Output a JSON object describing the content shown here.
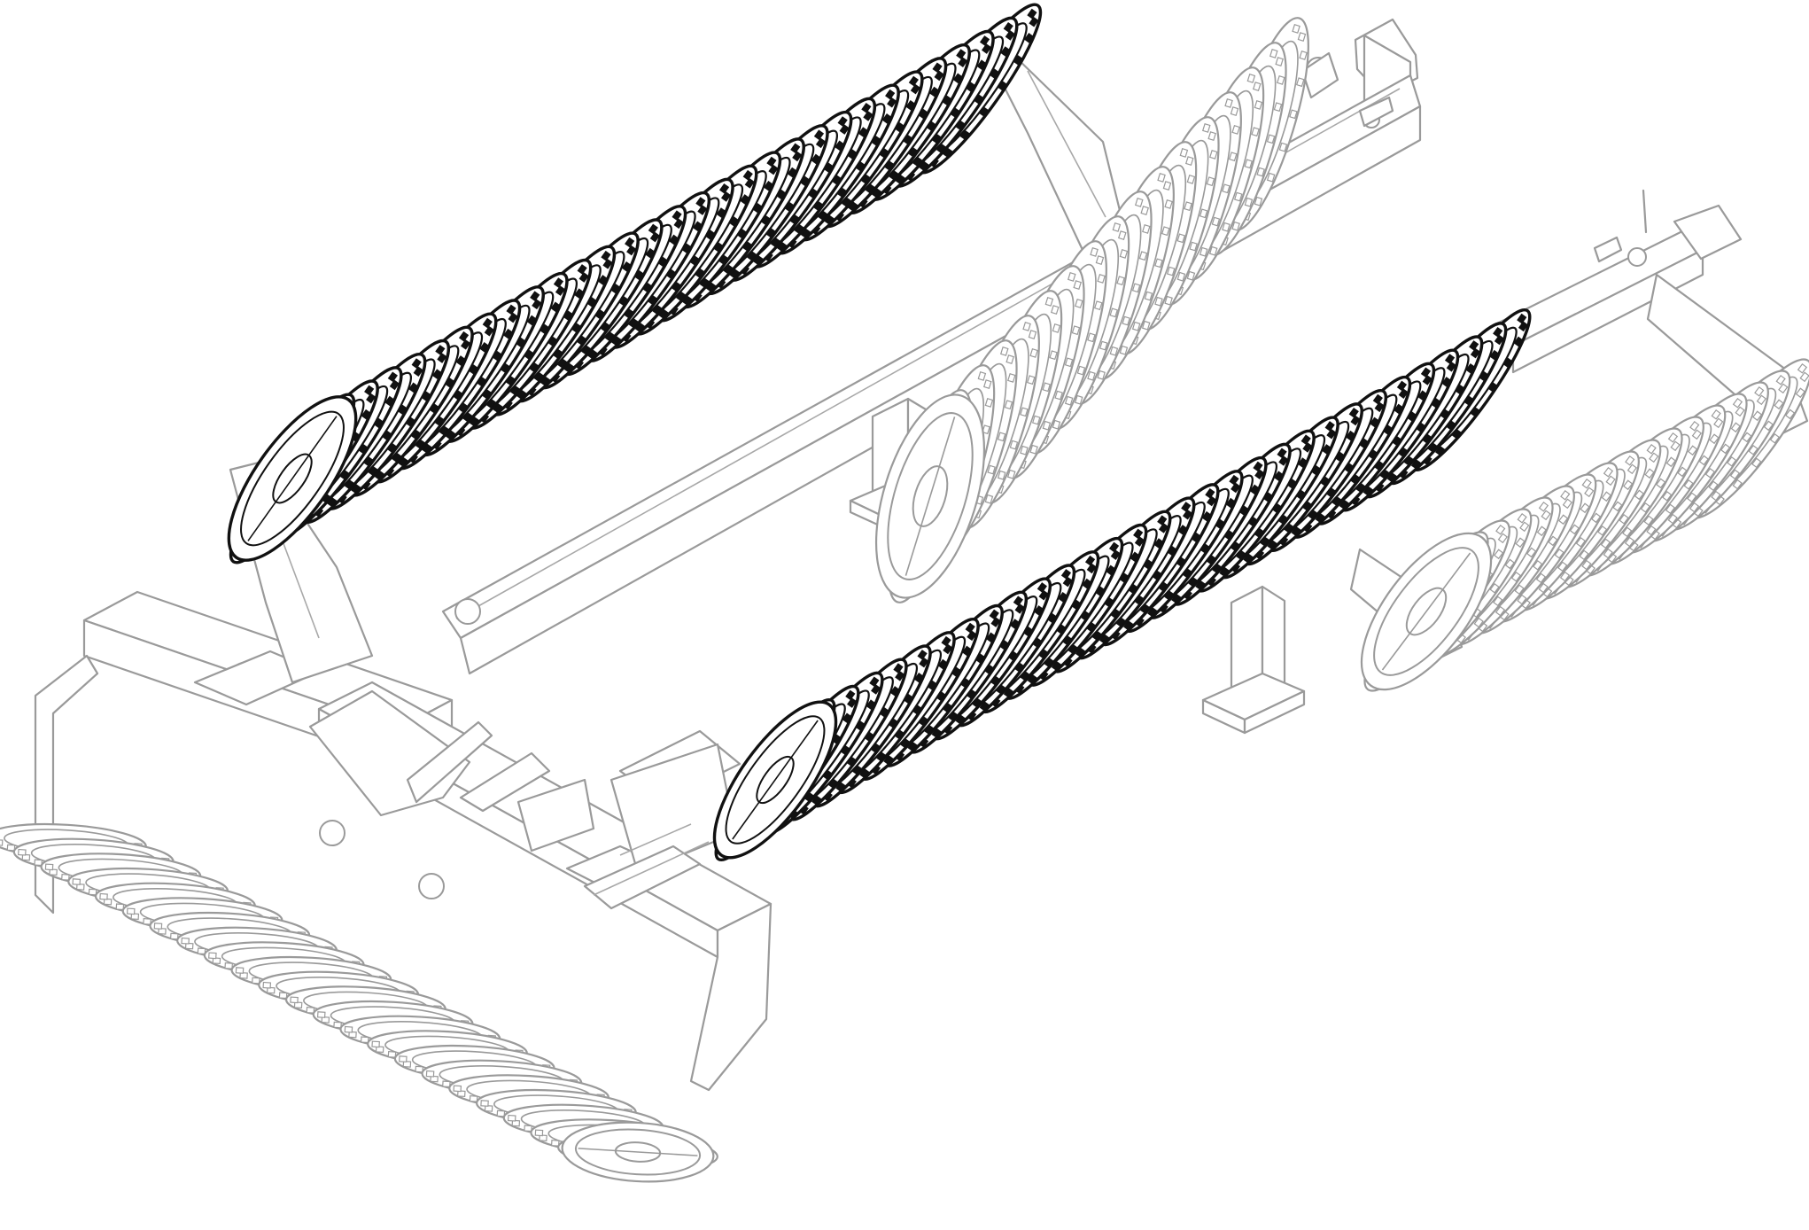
{
  "figure": {
    "subject": "cambridge-ring-roller-assembly",
    "colors": {
      "background": "#ffffff",
      "context_line": "#9a9a9a",
      "highlight_line": "#111111"
    },
    "rollers": [
      {
        "id": "rear-left-roller",
        "highlighted": true,
        "rings": 30
      },
      {
        "id": "rear-right-roller",
        "highlighted": false,
        "rings": 16
      },
      {
        "id": "front-left-roller",
        "highlighted": false,
        "rings": 22
      },
      {
        "id": "center-roller",
        "highlighted": true,
        "rings": 30
      },
      {
        "id": "right-roller",
        "highlighted": false,
        "rings": 16
      }
    ]
  }
}
